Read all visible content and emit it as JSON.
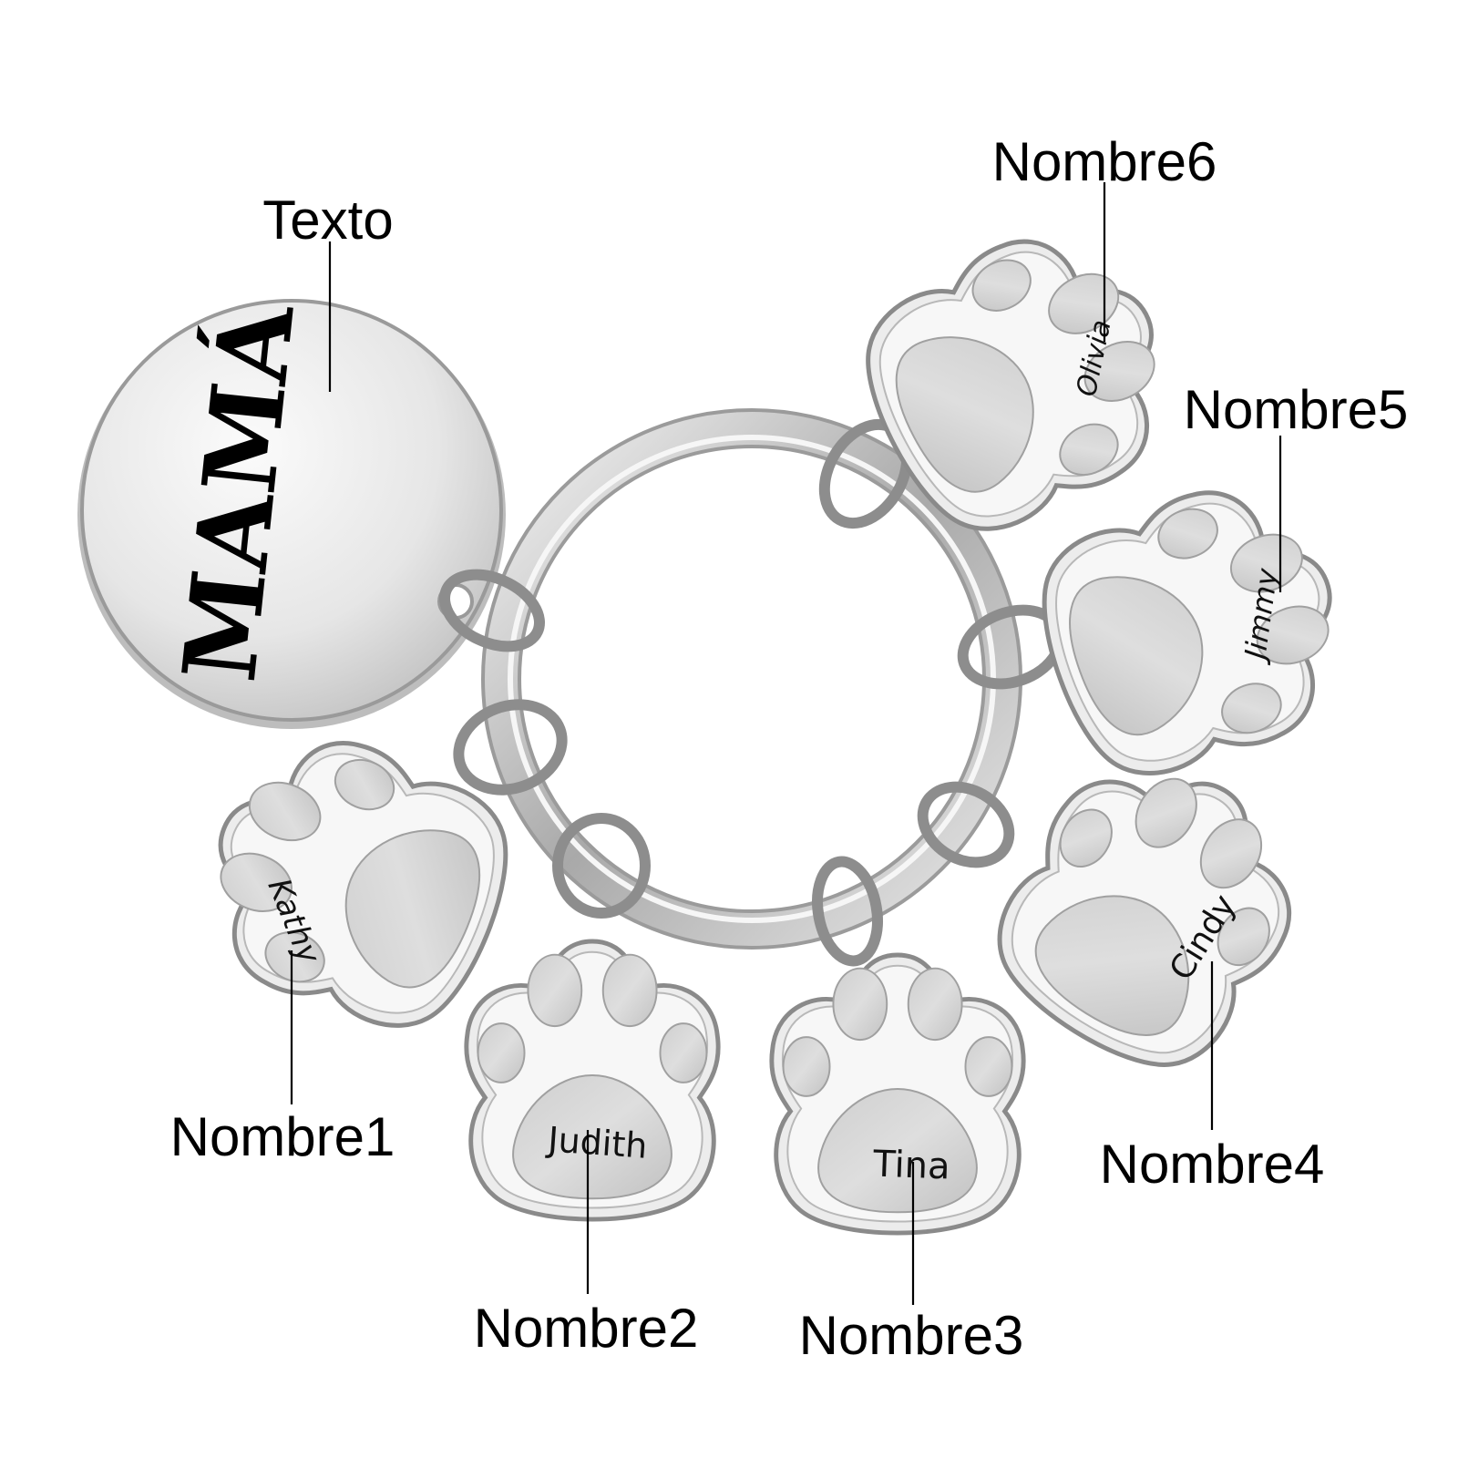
{
  "callouts": {
    "texto": "Texto",
    "nombre1": "Nombre1",
    "nombre2": "Nombre2",
    "nombre3": "Nombre3",
    "nombre4": "Nombre4",
    "nombre5": "Nombre5",
    "nombre6": "Nombre6"
  },
  "engravings": {
    "disc": "MAMÁ",
    "paw1": "Kathy",
    "paw2": "Judith",
    "paw3": "Tina",
    "paw4": "Cindy",
    "paw5": "Jimmy",
    "paw6": "Olivia"
  },
  "colors": {
    "background": "#ffffff",
    "metal": "#d9d9d9",
    "metal_edge": "#8a8a8a",
    "brushed_inset": "#c9c9c9",
    "text": "#000000"
  }
}
